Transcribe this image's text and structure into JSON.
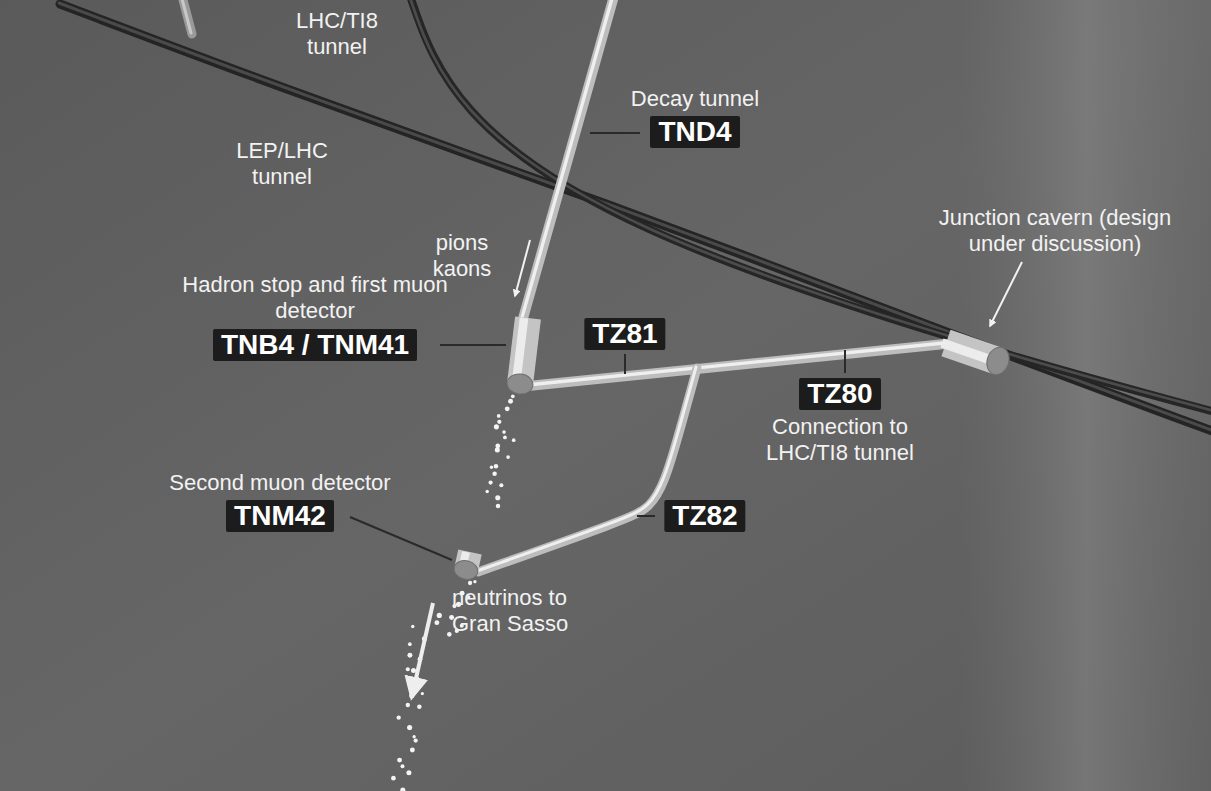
{
  "diagram": {
    "nodes": [
      {
        "text": [
          "Decay tunnel",
          "TND4"
        ]
      },
      {
        "text": [
          "TZ81"
        ]
      },
      {
        "text": [
          "Hadron stop and first muon detector",
          "TNB4 / TNM41"
        ]
      },
      {
        "text": [
          "TZ80",
          "Connection to LHC/TI8 tunnel"
        ]
      },
      {
        "text": [
          "Second muon detector",
          "TNM42"
        ]
      },
      {
        "text": [
          "TZ82"
        ]
      }
    ],
    "labels": [
      "LHC/TI8 tunnel",
      "LEP/LHC tunnel",
      "pions kaons",
      "Junction cavern (design under discussion)",
      "neutrinos to Gran Sasso"
    ]
  }
}
